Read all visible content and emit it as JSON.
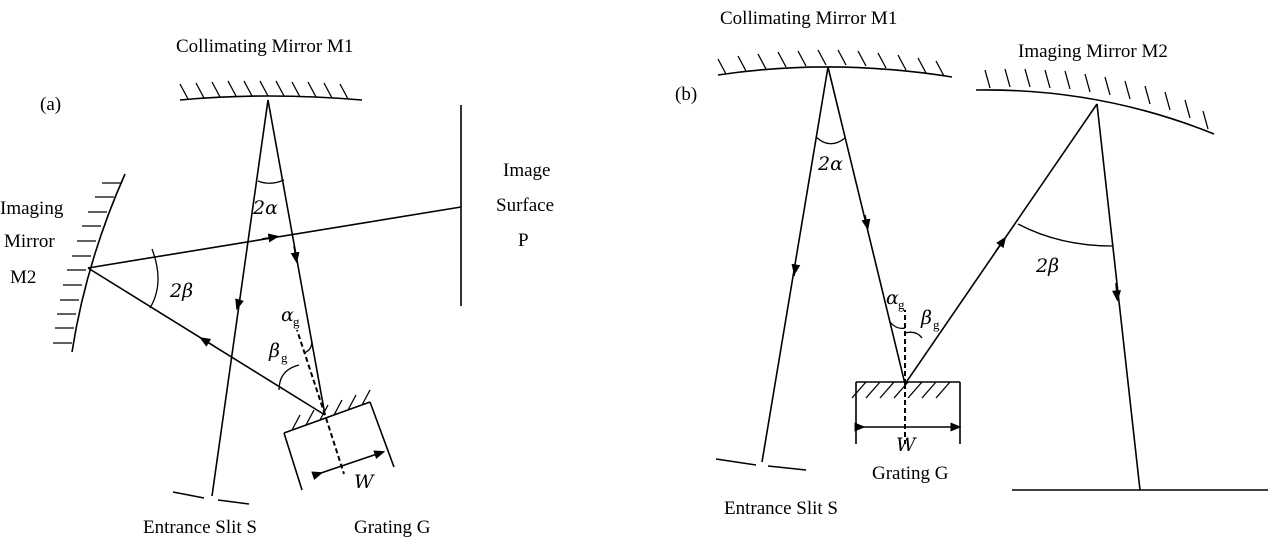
{
  "panel_a": {
    "tag": "(a)",
    "collimating_mirror": "Collimating Mirror M1",
    "imaging_mirror_line1": "Imaging",
    "imaging_mirror_line2": "Mirror",
    "imaging_mirror_line3": "M2",
    "image_surface_line1": "Image",
    "image_surface_line2": "Surface",
    "image_surface_line3": "P",
    "entrance_slit": "Entrance Slit S",
    "grating": "Grating G",
    "angle_2alpha": "2α",
    "angle_2beta": "2β",
    "alpha_g": "α",
    "beta_g": "β",
    "g_sub": "g",
    "width": "W"
  },
  "panel_b": {
    "tag": "(b)",
    "collimating_mirror": "Collimating Mirror M1",
    "imaging_mirror": "Imaging Mirror M2",
    "entrance_slit": "Entrance Slit S",
    "grating": "Grating G",
    "angle_2alpha": "2α",
    "angle_2beta": "2β",
    "alpha_g": "α",
    "beta_g": "β",
    "g_sub": "g",
    "width": "W"
  }
}
